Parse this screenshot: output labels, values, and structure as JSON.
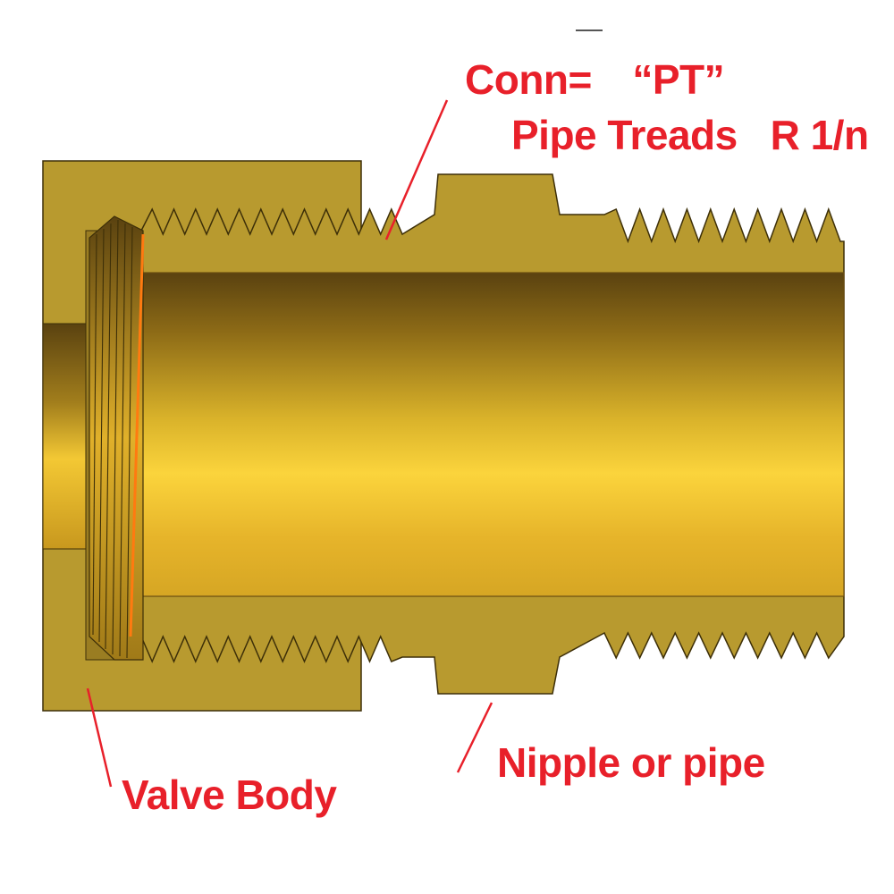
{
  "labels": {
    "conn": "Conn=　“PT”",
    "pipe_treads": "Pipe Treads   R 1/n",
    "nipple": "Nipple or pipe",
    "valve_body": "Valve Body"
  },
  "colors": {
    "brass": "#b89a2f",
    "brass_dark": "#8a6c14",
    "bore_light": "#fbd43c",
    "bore_dark": "#5a4210",
    "outline": "#3d2f08",
    "callout": "#e8202a",
    "seam": "#ff7a10"
  }
}
